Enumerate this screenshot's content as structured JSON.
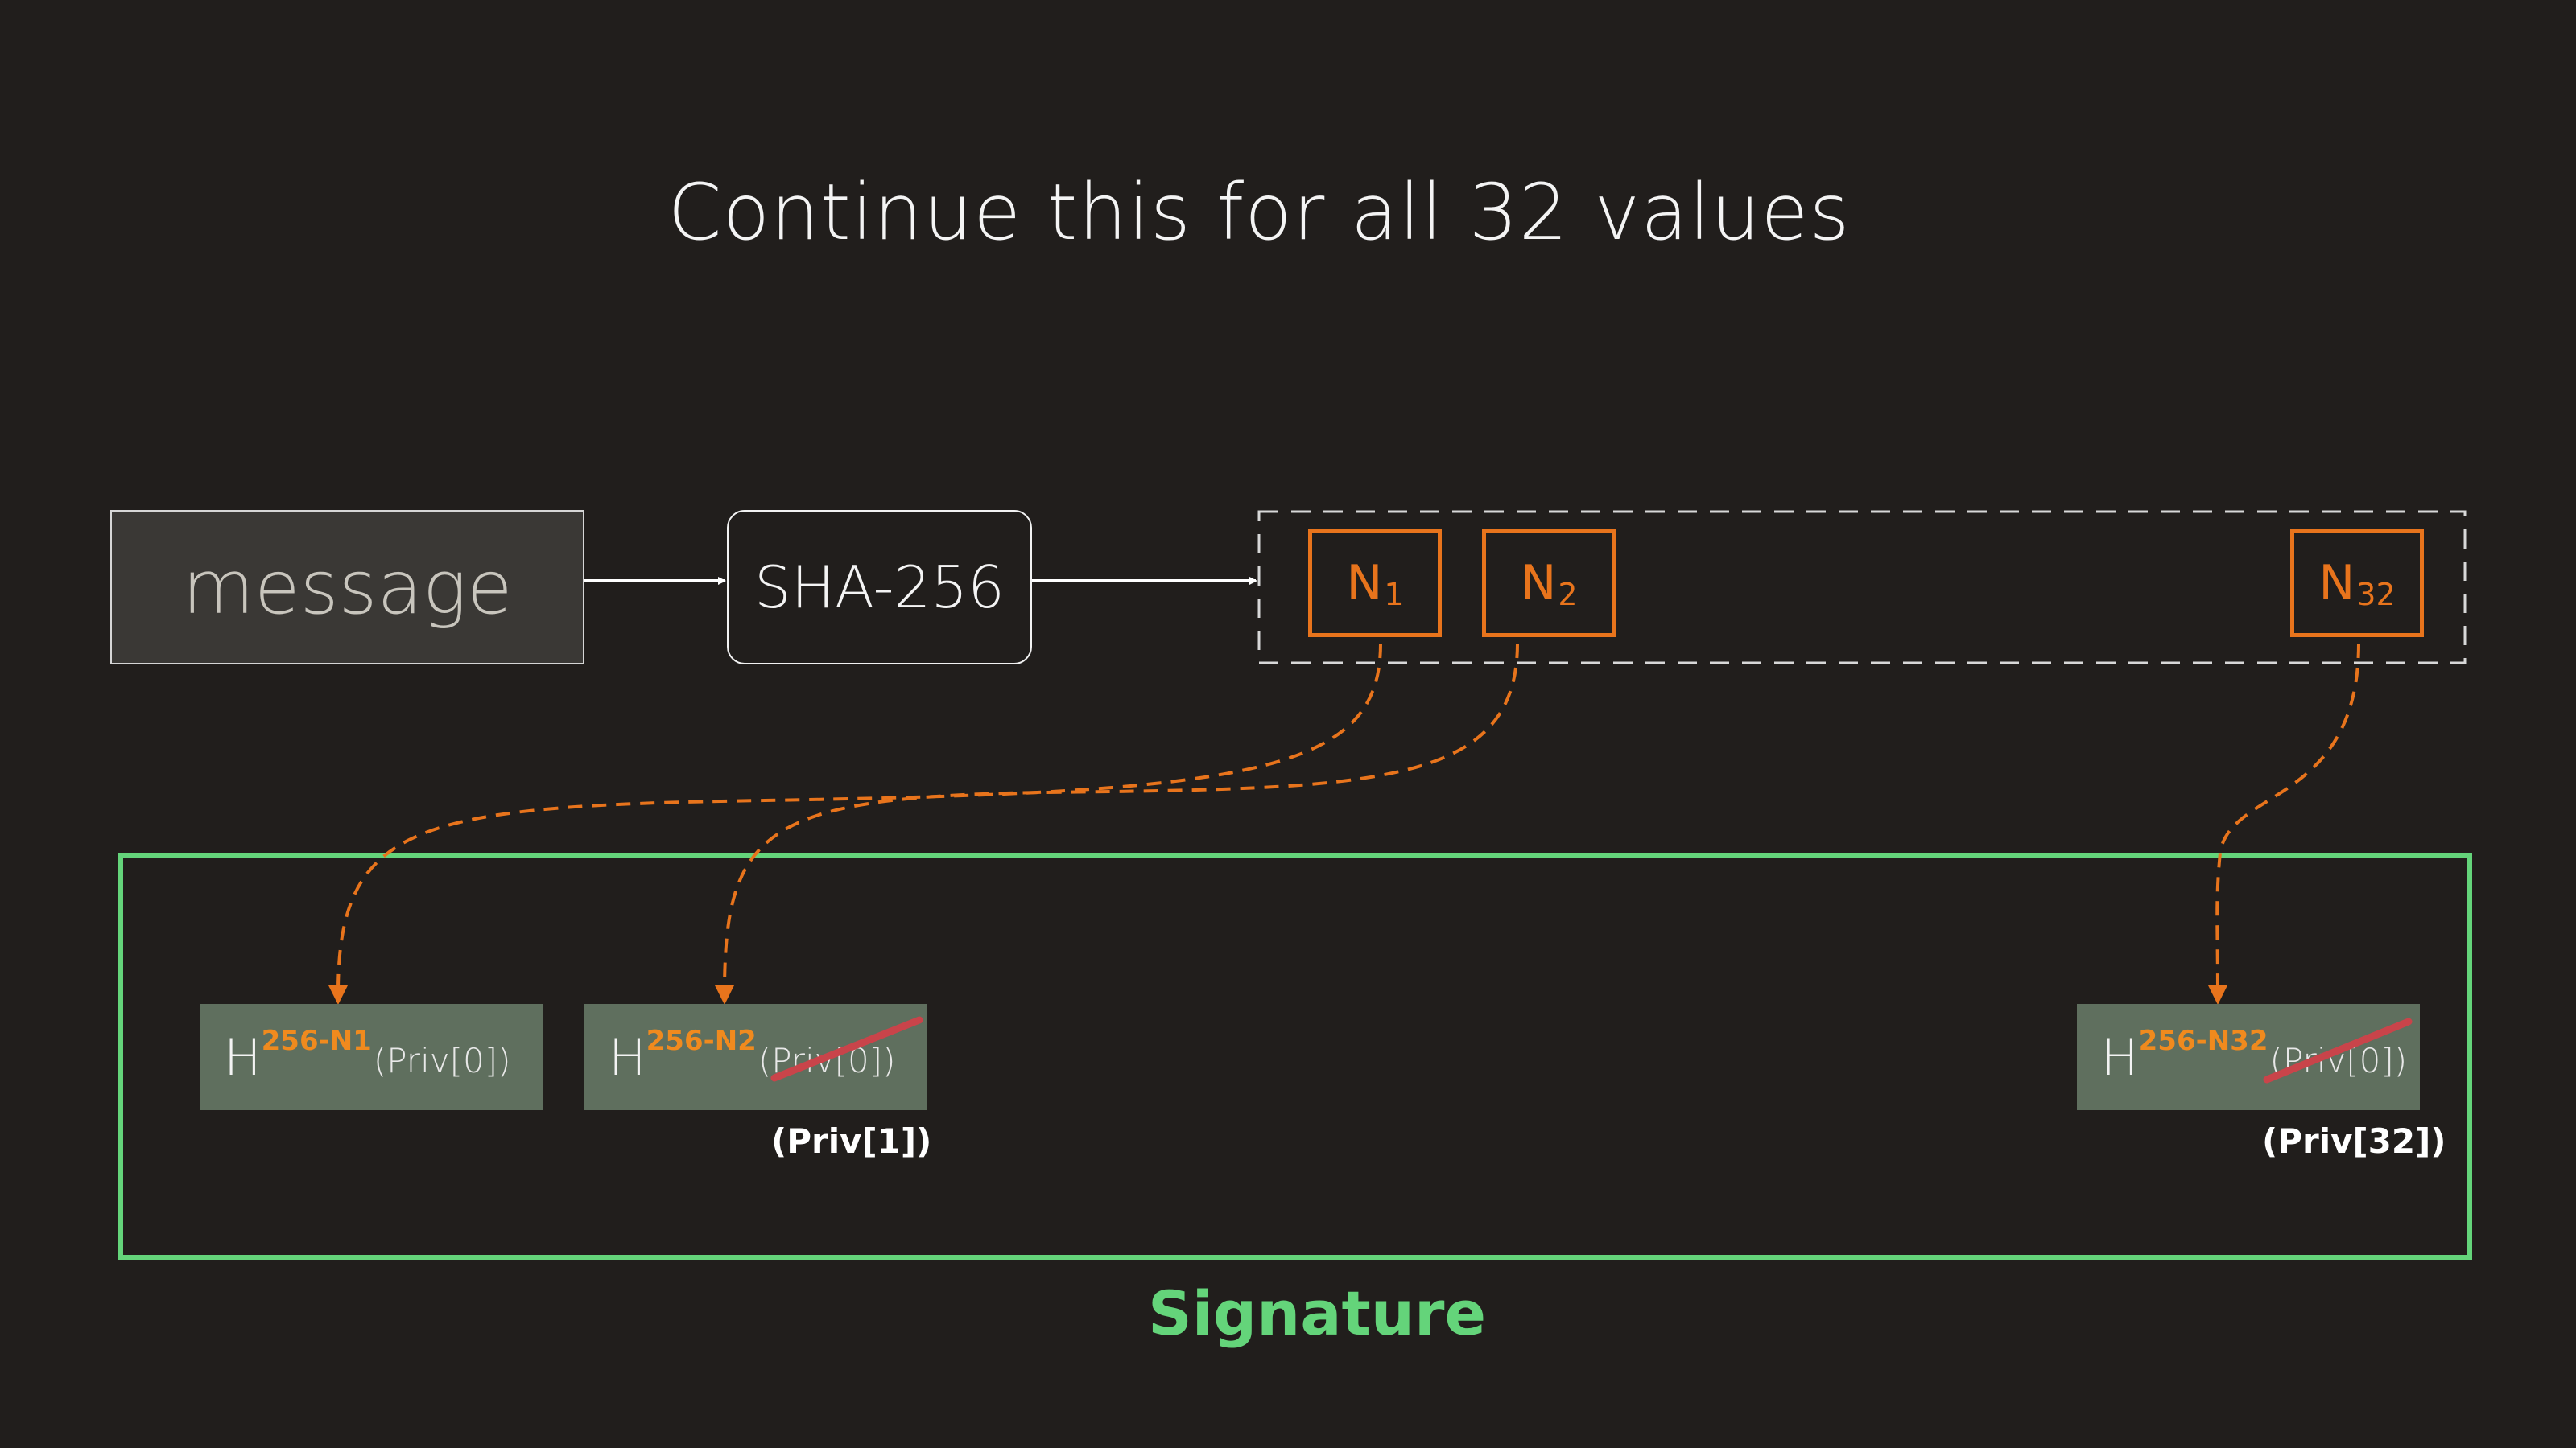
{
  "title": "Continue this for all 32 values",
  "message": {
    "label": "message"
  },
  "hash_function": {
    "label": "SHA-256"
  },
  "numbers": [
    {
      "base": "N",
      "sub": "1"
    },
    {
      "base": "N",
      "sub": "2"
    },
    {
      "base": "N",
      "sub": "32"
    }
  ],
  "hash_boxes": [
    {
      "letter": "H",
      "sup": "256-N1",
      "priv": "(Priv[0])",
      "struck": false,
      "label": ""
    },
    {
      "letter": "H",
      "sup": "256-N2",
      "priv": "(Priv[0])",
      "struck": true,
      "label": "(Priv[1])"
    },
    {
      "letter": "H",
      "sup": "256-N32",
      "priv": "(Priv[0])",
      "struck": true,
      "label": "(Priv[32])"
    }
  ],
  "signature": {
    "label": "Signature"
  },
  "colors": {
    "background": "#211e1c",
    "accent_orange": "#e8741c",
    "signature_green": "#64d47a",
    "strike_red": "#c9444a",
    "hash_box_fill": "#5f6f5e"
  }
}
